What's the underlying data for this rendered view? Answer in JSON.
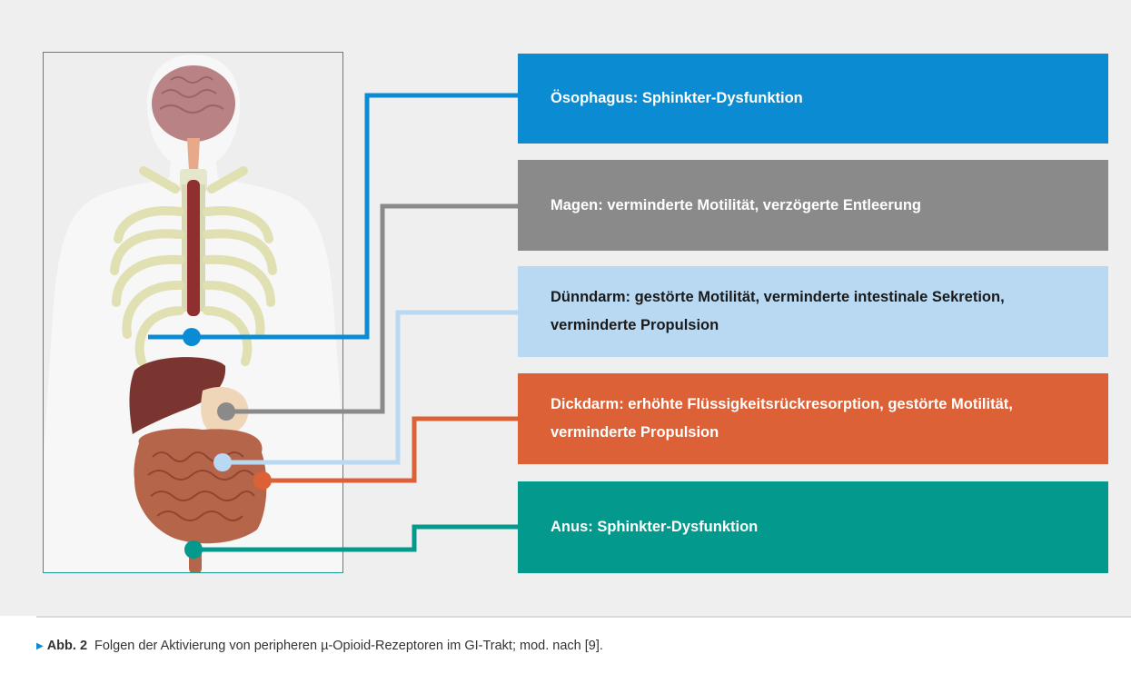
{
  "colors": {
    "esophagus": "#0a8bd2",
    "stomach": "#8a8a8a",
    "small_intestine": "#b9d9f2",
    "colon": "#dd6136",
    "anus": "#03998c",
    "frame": "#1a9e8f",
    "panel_background": "#efefef"
  },
  "boxes": {
    "esophagus": "Ösophagus: Sphinkter-Dysfunktion",
    "stomach": "Magen: verminderte Motilität, verzögerte Entleerung",
    "small_intestine": "Dünndarm: gestörte Motilität, verminderte intestinale Sekretion, verminderte Propulsion",
    "colon": "Dickdarm: erhöhte Flüssigkeitsrückresorption, gestörte Motilität, verminderte Propulsion",
    "anus": "Anus: Sphinkter-Dysfunktion"
  },
  "caption": {
    "marker": "▶",
    "label": "Abb. 2",
    "text": "Folgen der Aktivierung von peripheren µ-Opioid-Rezeptoren im GI-Trakt; mod. nach [9]."
  }
}
